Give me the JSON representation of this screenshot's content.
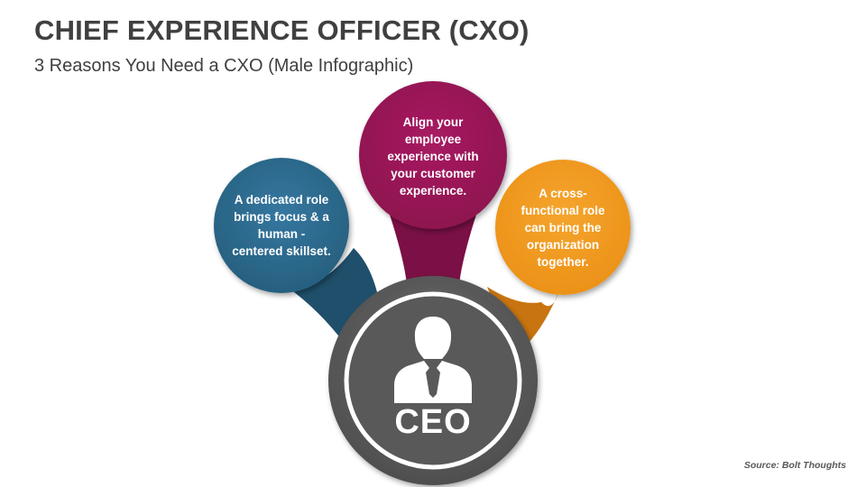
{
  "header": {
    "title": "CHIEF EXPERIENCE OFFICER (CXO)",
    "subtitle": "3 Reasons You Need a CXO (Male Infographic)"
  },
  "diagram": {
    "center": {
      "label": "CEO",
      "icon": "businessman-icon",
      "colors": {
        "outer_ring": "#5f5f5f",
        "inner": "#595959"
      }
    },
    "bubbles": [
      {
        "text": "A dedicated role\nbrings focus & a\nhuman -\ncentered skillset.",
        "color": "#2e6a8e",
        "tail_color": "#1f4f6b"
      },
      {
        "text": "Align your\nemployee\nexperience with\nyour customer\nexperience.",
        "color": "#9b1658",
        "tail_color": "#7a1045"
      },
      {
        "text": "A cross-\nfunctional role\ncan bring the\norganization\ntogether.",
        "color": "#f29a1e",
        "tail_color": "#c87410"
      }
    ]
  },
  "footer": {
    "source": "Source: Bolt Thoughts"
  }
}
